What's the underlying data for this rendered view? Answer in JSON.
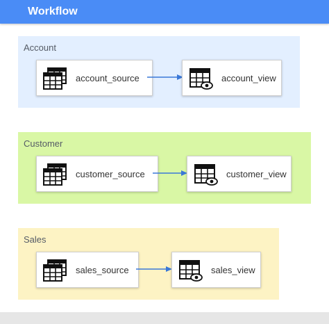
{
  "header": {
    "title": "Workflow"
  },
  "colors": {
    "header": "#4a8cf6",
    "account": "#e3efff",
    "customer": "#d9f7a5",
    "sales": "#fdf3c4",
    "arrow": "#3a78d8"
  },
  "groups": [
    {
      "name": "Account",
      "source": "account_source",
      "view": "account_view"
    },
    {
      "name": "Customer",
      "source": "customer_source",
      "view": "customer_view"
    },
    {
      "name": "Sales",
      "source": "sales_source",
      "view": "sales_view"
    }
  ]
}
